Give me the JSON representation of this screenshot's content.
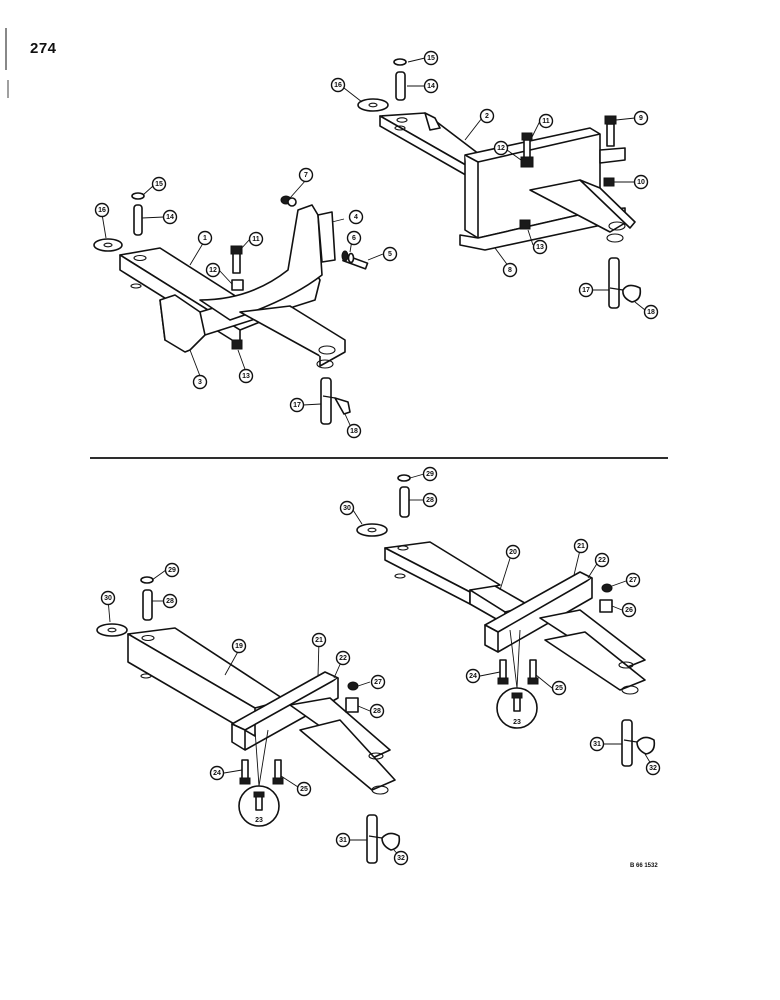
{
  "page": {
    "number": "274",
    "reference_code": "B 66 1532"
  },
  "callouts": {
    "tr": [
      "15",
      "14",
      "16",
      "2",
      "11",
      "9",
      "12",
      "10",
      "13",
      "8",
      "17",
      "18"
    ],
    "tl": [
      "7",
      "15",
      "14",
      "16",
      "1",
      "4",
      "6",
      "5",
      "11",
      "12",
      "3",
      "13",
      "17",
      "18"
    ],
    "br": [
      "29",
      "28",
      "30",
      "20",
      "21",
      "22",
      "27",
      "26",
      "24",
      "25",
      "23",
      "31",
      "32"
    ],
    "bl": [
      "29",
      "28",
      "30",
      "19",
      "21",
      "22",
      "27",
      "28",
      "24",
      "25",
      "23",
      "31",
      "32"
    ]
  }
}
